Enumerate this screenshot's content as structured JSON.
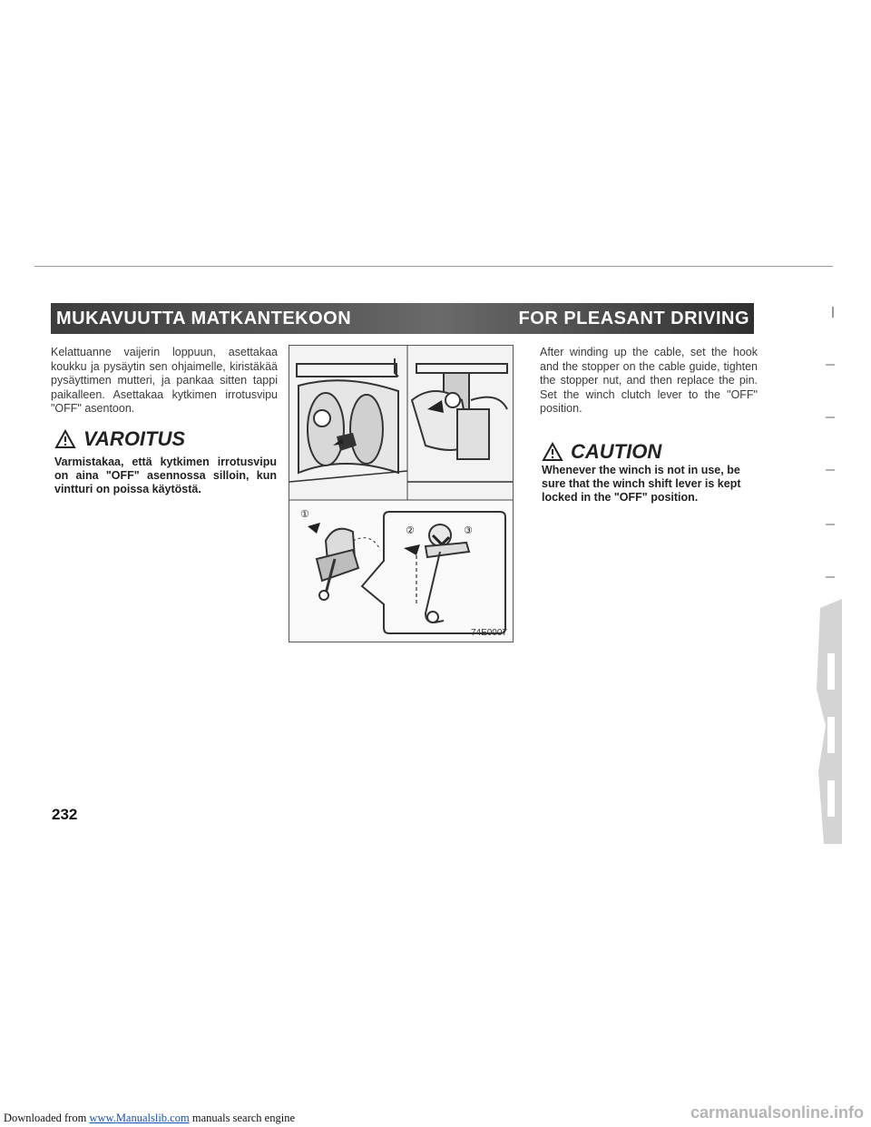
{
  "header": {
    "left_title": "MUKAVUUTTA MATKANTEKOON",
    "right_title": "FOR PLEASANT DRIVING"
  },
  "finnish": {
    "body": "Kelattuanne vaijerin loppuun, asettakaa koukku ja pysäytin sen ohjaimelle, kiristäkää pysäyttimen mutteri, ja pankaa sitten tappi paikalleen. Asettakaa kytkimen irrotusvipu \"OFF\" asentoon.",
    "warning_title": "VAROITUS",
    "warning_body": "Varmistakaa, että kytkimen irrotusvipu on aina \"OFF\" asennossa silloin, kun vintturi on poissa käytöstä."
  },
  "english": {
    "body": "After winding up the cable, set the hook and the stopper on the cable guide, tighten the stopper nut, and then replace the pin. Set the winch clutch lever to the \"OFF\" position.",
    "caution_title": "CAUTION",
    "caution_body": "Whenever the winch is not in use, be sure that the winch shift lever is kept locked in the \"OFF\" position."
  },
  "figure": {
    "callouts": [
      "①",
      "②",
      "③"
    ],
    "code": "74E0007"
  },
  "page_number": "232",
  "footer": {
    "prefix": "Downloaded from",
    "link": "www.Manualslib.com",
    "suffix": "manuals search engine",
    "watermark": "carmanualsonline.info"
  }
}
